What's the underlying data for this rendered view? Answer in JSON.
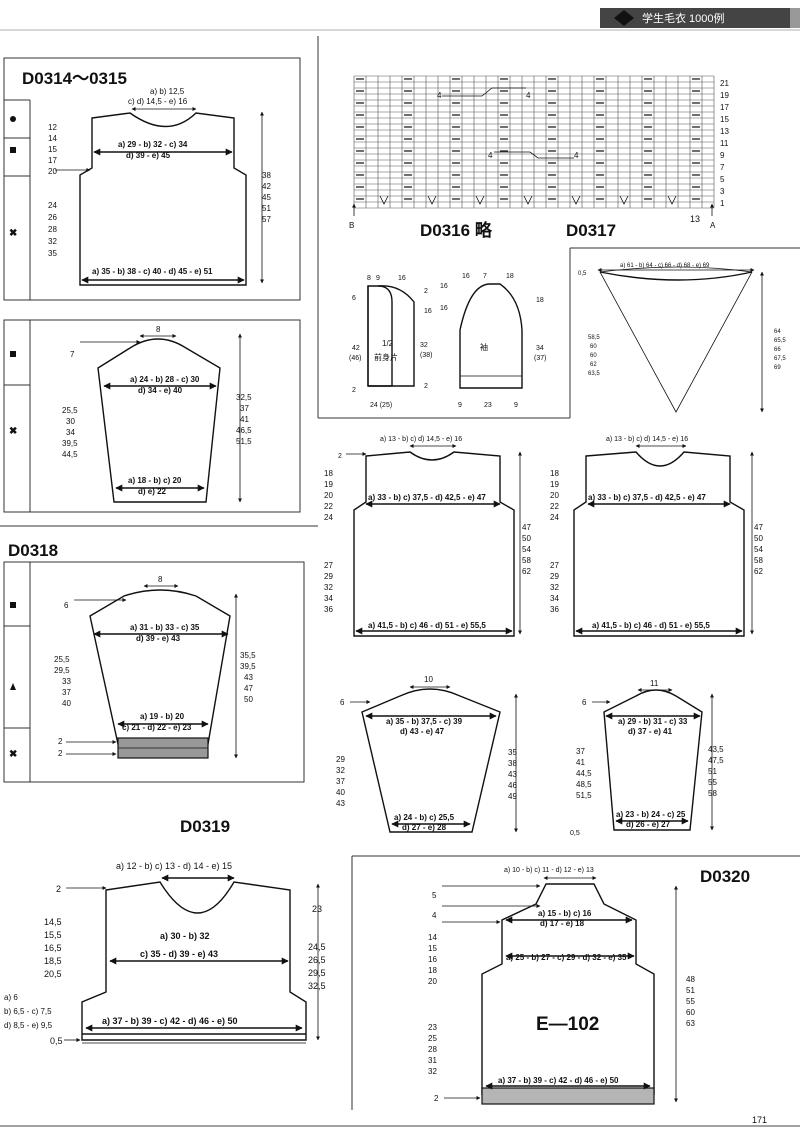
{
  "header": {
    "title": "学生毛衣 1000例",
    "page_number": "171"
  },
  "d0314": {
    "code": "D0314～0315",
    "neck1": "a) b) 12,5",
    "neck2": "c) d) 14,5 - e) 16",
    "left": [
      "12",
      "14",
      "15",
      "17",
      "20"
    ],
    "left2": [
      "24",
      "26",
      "28",
      "32",
      "35"
    ],
    "right": [
      "38",
      "42",
      "45",
      "51",
      "57"
    ],
    "chest": "a) 29 - b) 32 - c) 34",
    "chest2": "d) 39 - e) 45",
    "bottom": "a) 35 - b) 38 - c) 40 - d) 45 - e) 51"
  },
  "sleeve1": {
    "top": "8",
    "cap": "7",
    "upper": "a) 24 - b) 28 - c) 30",
    "upper2": "d) 34 - e) 40",
    "left": [
      "25,5",
      "30",
      "34",
      "39,5",
      "44,5"
    ],
    "right": [
      "32,5",
      "37",
      "41",
      "46,5",
      "51,5"
    ],
    "cuff": "a) 18 - b) c) 20",
    "cuff2": "d) e) 22"
  },
  "d0316": {
    "code": "D0316 略",
    "right_rows": [
      "21",
      "19",
      "17",
      "15",
      "13",
      "11",
      "9",
      "7",
      "5",
      "3",
      "1"
    ],
    "b": "B",
    "a": "A",
    "n13": "13",
    "four": "4"
  },
  "d0317": {
    "code": "D0317",
    "front_label": "1/2",
    "front_label2": "前身片",
    "sleeve_label": "袖",
    "front_top": [
      "8",
      "9",
      "16"
    ],
    "front_left": [
      "6",
      "42",
      "(46)"
    ],
    "front_right": [
      "2",
      "2",
      "16",
      "32",
      "(38)",
      "2",
      "2"
    ],
    "front_bottom": "24 (25)",
    "sleeve_top": [
      "16",
      "7",
      "18"
    ],
    "sleeve_left": [
      "16",
      "16"
    ],
    "sleeve_right": [
      "18",
      "34",
      "(37)"
    ],
    "sleeve_bottom": [
      "9",
      "23",
      "9"
    ]
  },
  "shawl": {
    "top": "a) 61 - b) 64 - c) 66 - d) 68 - e) 69",
    "left": "0,5",
    "right": [
      "64",
      "65,5",
      "66",
      "67,5",
      "69"
    ],
    "left2": [
      "58,5",
      "60",
      "60",
      "62",
      "63,5"
    ]
  },
  "vest_mid": {
    "neck": "a) 13 - b) c) d) 14,5 - e) 16",
    "chest": "a) 33 - b) c) 37,5 - d) 42,5 - e) 47",
    "bottom": "a) 41,5 - b) c) 46 - d) 51 - e) 55,5",
    "two": "2",
    "left": [
      "18",
      "19",
      "20",
      "22",
      "24"
    ],
    "left2": [
      "27",
      "29",
      "32",
      "34",
      "36"
    ],
    "right": [
      "47",
      "50",
      "54",
      "58",
      "62"
    ]
  },
  "sleeve_mid_l": {
    "top": "10",
    "cap": "6",
    "upper": "a) 35 - b) 37,5 - c) 39",
    "upper2": "d) 43 - e) 47",
    "left": [
      "29",
      "32",
      "37",
      "40",
      "43"
    ],
    "right": [
      "35",
      "38",
      "43",
      "46",
      "49"
    ],
    "cuff": "a) 24 - b) c) 25,5",
    "cuff2": "d) 27 - e) 28"
  },
  "sleeve_mid_r": {
    "top": "11",
    "cap": "6",
    "upper": "a) 29 - b) 31 - c) 33",
    "upper2": "d) 37 - e) 41",
    "left": [
      "37",
      "41",
      "44,5",
      "48,5",
      "51,5"
    ],
    "right": [
      "43,5",
      "47,5",
      "51",
      "55",
      "58"
    ],
    "cuff": "a) 23 - b) 24 - c) 25",
    "cuff2": "d) 26 - e) 27",
    "bottom": "0,5"
  },
  "d0318": {
    "code": "D0318",
    "top": "8",
    "cap": "6",
    "upper": "a) 31 - b) 33 - c) 35",
    "upper2": "d) 39 - e) 43",
    "left": [
      "25,5",
      "29,5",
      "33",
      "37",
      "40"
    ],
    "right": [
      "35,5",
      "39,5",
      "43",
      "47",
      "50"
    ],
    "cuff": "a) 19 - b) 20",
    "cuff2": "c) 21 - d) 22 - e) 23",
    "two": "2"
  },
  "d0319": {
    "code": "D0319",
    "neck": "a) 12 - b) c) 13 - d) 14 - e) 15",
    "two": "2",
    "chest": "a) 30 - b) 32",
    "chest2": "c) 35 - d) 39 - e) 43",
    "left": [
      "14,5",
      "15,5",
      "16,5",
      "18,5",
      "20,5"
    ],
    "right": [
      "23",
      "24,5",
      "26,5",
      "29,5",
      "32,5"
    ],
    "side": [
      "a) 6",
      "b) 6,5 - c) 7,5",
      "d) 8,5 - e) 9,5"
    ],
    "bottom": "a) 37 - b) 39 - c) 42 - d) 46 - e) 50",
    "rib": "0,5"
  },
  "d0320": {
    "code": "D0320",
    "neck": "a) 10 - b) c) 11 - d) 12 - e) 13",
    "neckh": [
      "5",
      "4"
    ],
    "shoulder": "a) 15 - b) c) 16",
    "shoulder2": "d) 17 - e) 18",
    "chest": "a) 25 - b) 27 - c) 29 - d) 32 - e) 35",
    "left": [
      "14",
      "15",
      "16",
      "18",
      "20"
    ],
    "left2": [
      "23",
      "25",
      "28",
      "31",
      "32"
    ],
    "right": [
      "48",
      "51",
      "55",
      "60",
      "63"
    ],
    "pattern": "E—102",
    "bottom": "a) 37 - b) 39 - c) 42 - d) 46 - e) 50",
    "rib": "2"
  }
}
